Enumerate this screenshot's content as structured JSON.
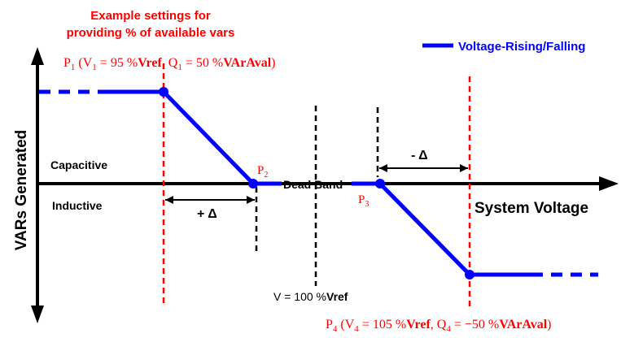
{
  "colors": {
    "curve": "#0000ff",
    "red_dash": "#ff0000",
    "red_text": "#ff0000",
    "black": "#000000"
  },
  "header": {
    "line1": "Example settings for",
    "line2": "providing % of available vars"
  },
  "legend": {
    "label": "Voltage-Rising/Falling"
  },
  "axes": {
    "y_label": "VARs Generated",
    "x_label": "System Voltage",
    "capacitive": "Capacitive",
    "inductive": "Inductive"
  },
  "labels": {
    "dead_band": "Dead Band",
    "plus_delta": "+ Δ",
    "minus_delta": "- Δ",
    "v100_prefix": "V = 100 %",
    "v100_bold": "Vref",
    "p1": {
      "p": "P",
      "sub": "1",
      "open": " (V",
      "vsub": "1",
      "eq": " = 95 %",
      "vref": "Vref",
      "mid": ", Q",
      "qsub": "1",
      "eq2": " = 50 %",
      "varaval": "VArAval",
      "close": ")"
    },
    "p2": {
      "p": "P",
      "sub": "2"
    },
    "p3": {
      "p": "P",
      "sub": "3"
    },
    "p4": {
      "p": "P",
      "sub": "4",
      "open": " (V",
      "vsub": "4",
      "eq": " = 105 %",
      "vref": "Vref",
      "mid": ", Q",
      "qsub": "4",
      "eq2": " = −50 %",
      "varaval": "VArAval",
      "close": ")"
    }
  }
}
